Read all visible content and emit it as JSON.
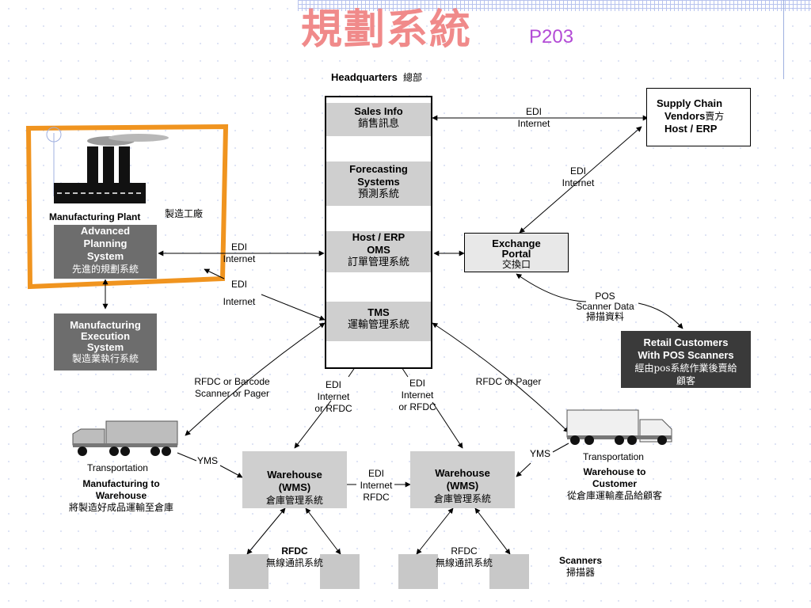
{
  "title": {
    "main": "規劃系統",
    "page": "P203"
  },
  "headquarters": {
    "label": "Headquarters",
    "label_zh": "總部"
  },
  "hq_stack": {
    "sales": {
      "en": "Sales Info",
      "zh": "銷售訊息"
    },
    "forecasting": {
      "en1": "Forecasting",
      "en2": "Systems",
      "zh": "預測系統"
    },
    "host": {
      "en1": "Host / ERP",
      "en2": "OMS",
      "zh": "訂單管理系統"
    },
    "tms": {
      "en": "TMS",
      "zh": "運輸管理系統"
    }
  },
  "supply_chain": {
    "l1": "Supply Chain",
    "l2": "Vendors",
    "l2_zh": "賣方",
    "l3": "Host / ERP"
  },
  "exchange": {
    "en1": "Exchange",
    "en2": "Portal",
    "zh": "交換口"
  },
  "retail": {
    "l1": "Retail Customers",
    "l2": "With POS Scanners",
    "zh1": "經由pos系統作業後賣給",
    "zh2": "顧客"
  },
  "plant": {
    "label": "Manufacturing Plant",
    "label_zh": "製造工廠"
  },
  "aps": {
    "l1": "Advanced",
    "l2": "Planning",
    "l3": "System",
    "zh": "先進的規劃系統"
  },
  "mes": {
    "l1": "Manufacturing",
    "l2": "Execution",
    "l3": "System",
    "zh": "製造業執行系統"
  },
  "links": {
    "edi_internet_top": {
      "l1": "EDI",
      "l2": "Internet"
    },
    "edi_internet_right": {
      "l1": "EDI",
      "l2": "Internet"
    },
    "edi_internet_left": {
      "l1": "EDI",
      "l2": "Internet"
    },
    "edi_internet_left2": {
      "l1": "EDI",
      "l2": "Internet"
    },
    "pos": {
      "l1": "POS",
      "l2": "Scanner Data",
      "zh": "掃描資料"
    },
    "rfdc_barcode": {
      "l1": "RFDC or Barcode",
      "l2": "Scanner or Pager"
    },
    "rfdc_pager": {
      "l1": "RFDC or Pager"
    },
    "edi_left_wh": {
      "l1": "EDI",
      "l2": "Internet",
      "l3": "or RFDC"
    },
    "edi_right_wh": {
      "l1": "EDI",
      "l2": "Internet",
      "l3": "or RFDC"
    },
    "wh_between": {
      "l1": "EDI",
      "l2": "Internet",
      "l3": "RFDC"
    },
    "yms_left": "YMS",
    "yms_right": "YMS"
  },
  "warehouse_left": {
    "l1": "Warehouse",
    "l2": "(WMS)",
    "zh": "倉庫管理系統"
  },
  "warehouse_right": {
    "l1": "Warehouse",
    "l2": "(WMS)",
    "zh": "倉庫管理系統"
  },
  "transport_left": {
    "title": "Transportation",
    "l1": "Manufacturing to",
    "l2": "Warehouse",
    "zh": "將製造好成品運輸至倉庫"
  },
  "transport_right": {
    "title": "Transportation",
    "l1": "Warehouse to",
    "l2": "Customer",
    "zh": "從倉庫運輸產品給顧客"
  },
  "rfdc_left": {
    "en": "RFDC",
    "zh": "無線通訊系統"
  },
  "rfdc_right": {
    "en": "RFDC",
    "zh": "無線通訊系統"
  },
  "scanners": {
    "en": "Scanners",
    "zh": "掃描器"
  },
  "colors": {
    "title": "#f08a8a",
    "page": "#b34bd6",
    "highlight": "#f0941f",
    "gray": "#cfcfcf",
    "dark": "#6d6d6d",
    "black": "#3a3a3a"
  }
}
